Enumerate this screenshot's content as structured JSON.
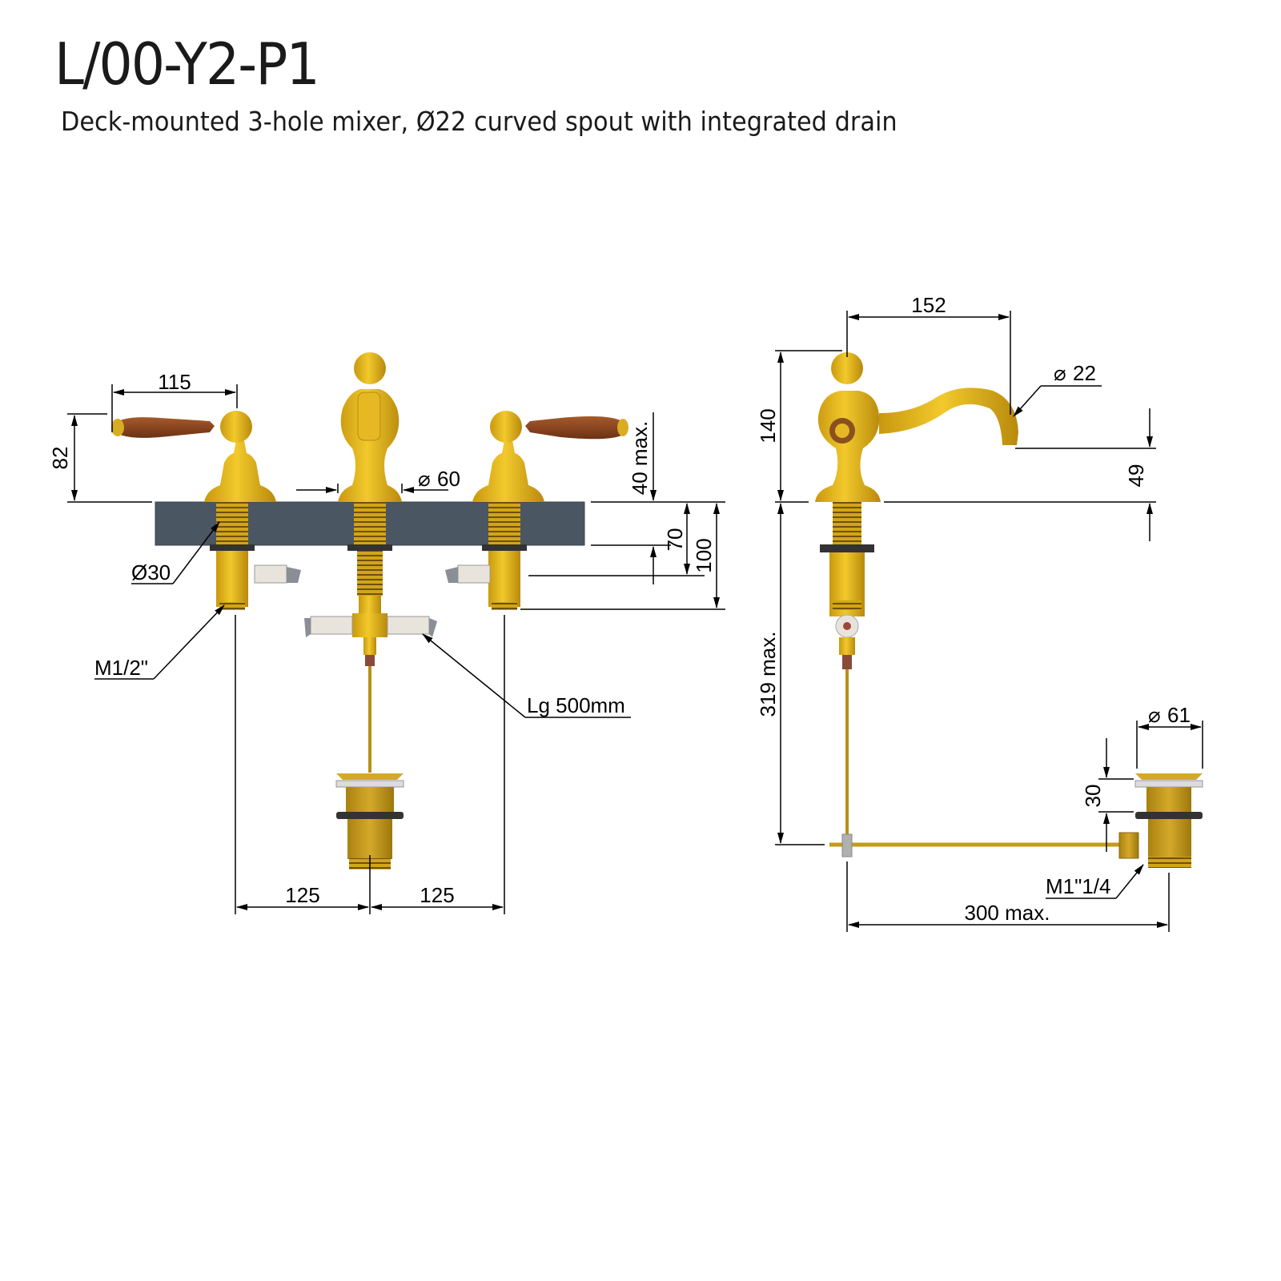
{
  "header": {
    "title": "L/00-Y2-P1",
    "subtitle": "Deck-mounted 3-hole mixer, Ø22 curved spout with integrated drain"
  },
  "colors": {
    "brass": "#e3b51f",
    "brass_dark": "#b08a10",
    "wood": "#8a4a22",
    "deck": "#4a5662",
    "drain_brass": "#c49a1a",
    "line": "#000000"
  },
  "front_view": {
    "dimensions": {
      "handle_length": "115",
      "handle_height": "82",
      "deck_thickness_max": "40 max.",
      "base_diameter": "60",
      "inlet_diameter": "Ø30",
      "depth_70": "70",
      "depth_100": "100",
      "inlet_thread": "M1/2\"",
      "hose_length": "Lg 500mm",
      "spacing_left": "125",
      "spacing_right": "125"
    }
  },
  "side_view": {
    "dimensions": {
      "spout_reach": "152",
      "spout_diameter": "22",
      "height_above_deck": "140",
      "spout_outlet_height": "49",
      "below_deck_max": "319 max.",
      "drain_diameter": "61",
      "drain_height": "30",
      "drain_thread": "M1\"1/4",
      "rod_length_max": "300 max."
    }
  }
}
